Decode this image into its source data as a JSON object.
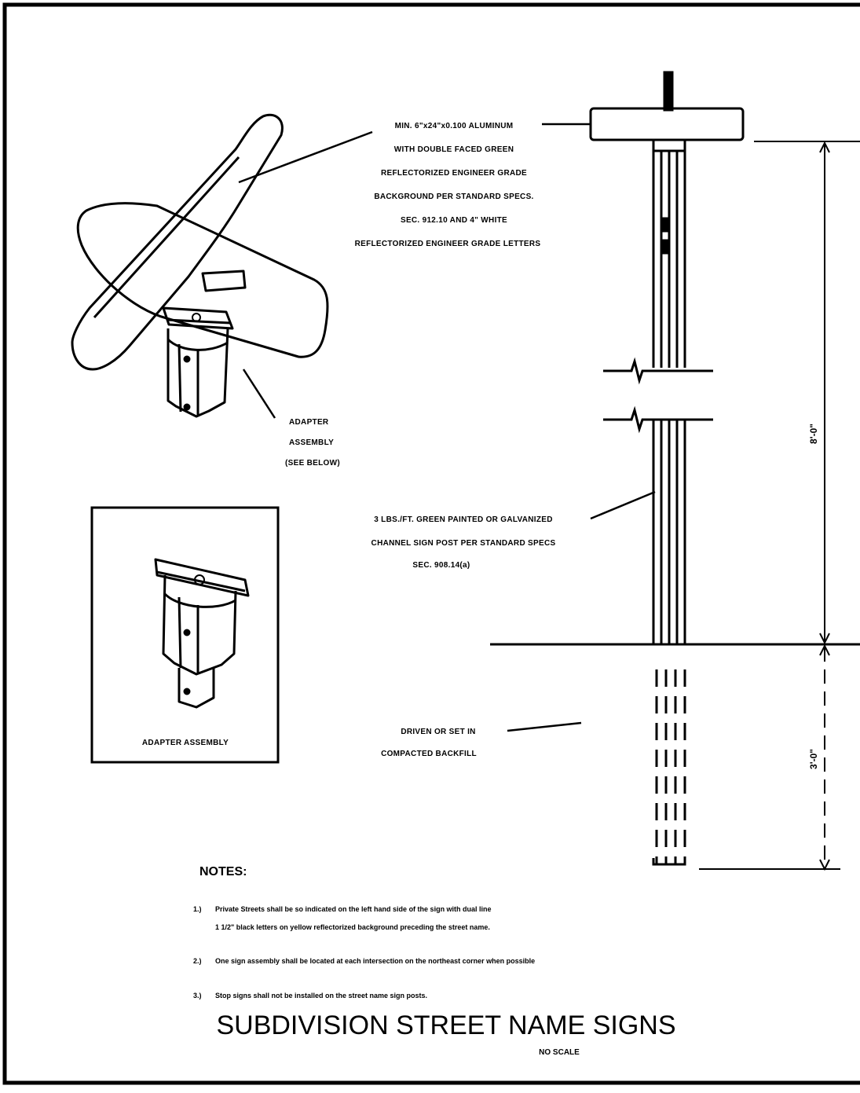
{
  "callouts": {
    "sign_blade": [
      "MIN. 6\"x24\"x0.100 ALUMINUM",
      "WITH DOUBLE FACED GREEN",
      "REFLECTORIZED ENGINEER GRADE",
      "BACKGROUND PER STANDARD SPECS.",
      "SEC. 912.10 AND 4\" WHITE",
      "REFLECTORIZED ENGINEER GRADE LETTERS"
    ],
    "adapter_ref": [
      "ADAPTER",
      "ASSEMBLY",
      "(SEE BELOW)"
    ],
    "post": [
      "3 LBS./FT. GREEN PAINTED OR GALVANIZED",
      "CHANNEL SIGN POST PER STANDARD SPECS",
      "SEC. 908.14(a)"
    ],
    "backfill": [
      "DRIVEN OR SET IN",
      "COMPACTED BACKFILL"
    ]
  },
  "detail_box": {
    "caption": "ADAPTER ASSEMBLY"
  },
  "dimensions": {
    "above_ground": "8'-0\"",
    "below_ground": "3'-0\""
  },
  "notes": {
    "heading": "NOTES:",
    "items": [
      {
        "number": "1.)",
        "line1": "Private Streets shall be so indicated on the left hand side of the sign with dual line",
        "line2": "1 1/2\" black letters on yellow reflectorized background preceding the street name."
      },
      {
        "number": "2.)",
        "line1": "One sign assembly shall be located at each intersection on the northeast corner when possible",
        "line2": ""
      },
      {
        "number": "3.)",
        "line1": "Stop signs shall not be installed on the street name sign posts.",
        "line2": ""
      }
    ]
  },
  "title": "SUBDIVISION STREET NAME SIGNS",
  "scale": "NO SCALE"
}
